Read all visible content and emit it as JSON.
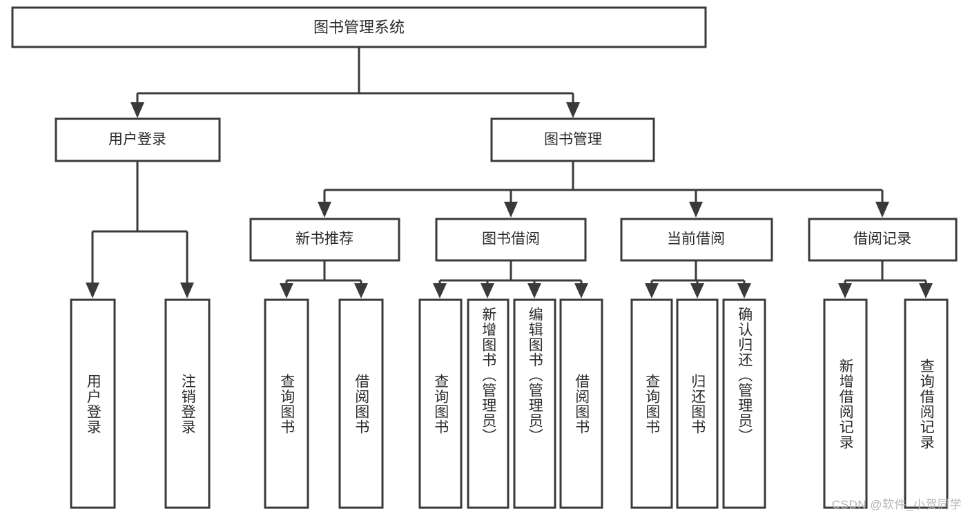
{
  "diagram": {
    "type": "tree-hierarchy",
    "title": "图书管理系统",
    "orientation": "top-down",
    "colors": {
      "box_stroke": "#3a3a3a",
      "box_fill": "#ffffff",
      "text": "#2b2b2b",
      "connector": "#3a3a3a",
      "watermark": "#b5b5b5",
      "background": "#ffffff"
    },
    "levels": {
      "root": "图书管理系统",
      "level2": [
        "用户登录",
        "图书管理"
      ],
      "level3": [
        "新书推荐",
        "图书借阅",
        "当前借阅",
        "借阅记录"
      ]
    }
  },
  "nodes": {
    "root": {
      "label": "图书管理系统"
    },
    "user_login": {
      "label": "用户登录"
    },
    "book_manage": {
      "label": "图书管理"
    },
    "new_book_rec": {
      "label": "新书推荐"
    },
    "book_borrow": {
      "label": "图书借阅"
    },
    "current_borrow": {
      "label": "当前借阅"
    },
    "borrow_record": {
      "label": "借阅记录"
    }
  },
  "leaves": {
    "user_login_children": [
      {
        "label": "用户登录"
      },
      {
        "label": "注销登录"
      }
    ],
    "new_book_rec_children": [
      {
        "label": "查询图书"
      },
      {
        "label": "借阅图书"
      }
    ],
    "book_borrow_children": [
      {
        "label": "查询图书"
      },
      {
        "label": "新增图书（管理员）"
      },
      {
        "label": "编辑图书（管理员）"
      },
      {
        "label": "借阅图书"
      }
    ],
    "current_borrow_children": [
      {
        "label": "查询图书"
      },
      {
        "label": "归还图书"
      },
      {
        "label": "确认归还（管理员）"
      }
    ],
    "borrow_record_children": [
      {
        "label": "新增借阅记录"
      },
      {
        "label": "查询借阅记录"
      }
    ]
  },
  "watermark": {
    "text": "CSDN @软件_小贺同学"
  }
}
